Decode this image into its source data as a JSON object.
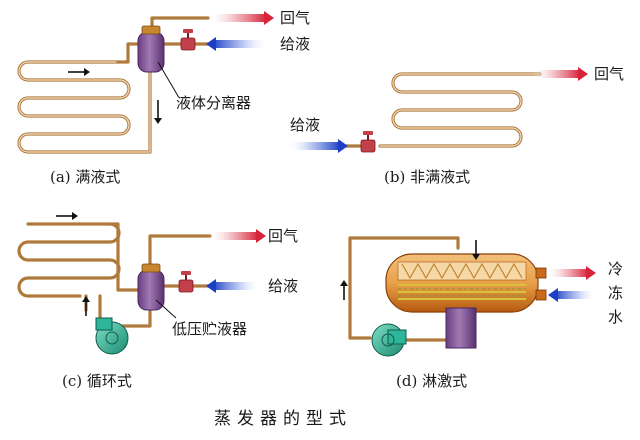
{
  "labels": {
    "a_return": "回气",
    "a_supply": "给液",
    "a_separator": "液体分离器",
    "a_caption": "(a) 满液式",
    "b_return": "回气",
    "b_supply": "给液",
    "b_caption": "(b) 非满液式",
    "c_return": "回气",
    "c_supply": "给液",
    "c_receiver": "低压贮液器",
    "c_caption": "(c) 循环式",
    "d_water_1": "冷",
    "d_water_2": "冻",
    "d_water_3": "水",
    "d_caption": "(d) 淋激式",
    "title": "蒸发器的型式"
  },
  "colors": {
    "pipe": "#b07a3c",
    "pipe_highlight": "#f3dcc0",
    "return_arrow": "#d8243a",
    "supply_arrow": "#1c3fc4",
    "pump": "#2fb59a",
    "vessel": "#8a5aa0",
    "shell": "#c86a18",
    "valve": "#c2404a",
    "flow_arrow": "#111111"
  },
  "icons": [
    "flow-arrow-icon",
    "return-gas-arrow-icon",
    "liquid-supply-arrow-icon",
    "valve-icon",
    "pump-icon"
  ]
}
